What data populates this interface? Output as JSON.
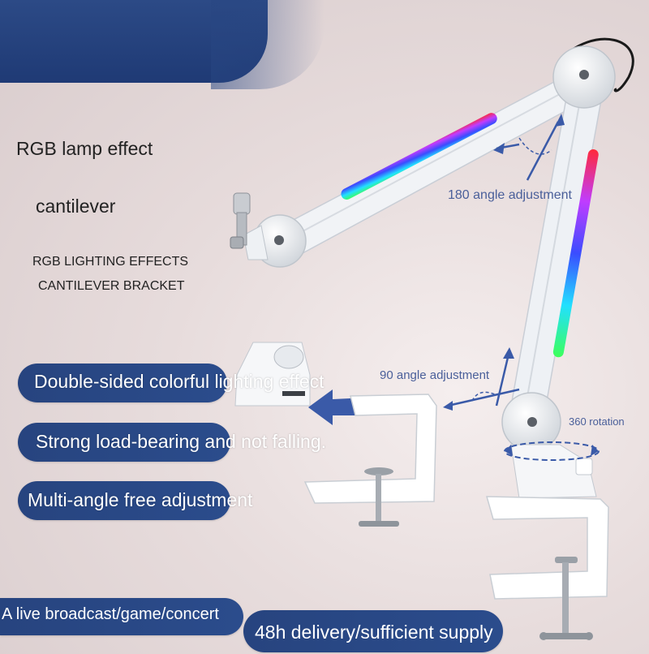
{
  "texts": {
    "rgb_lamp_effect": "RGB lamp effect",
    "cantilever": "cantilever",
    "rgb_lighting_effects": "RGB LIGHTING EFFECTS",
    "cantilever_bracket": "CANTILEVER BRACKET",
    "angle_180": "180 angle adjustment",
    "angle_90": "90 angle adjustment",
    "rotation_360": "360 rotation"
  },
  "banners": {
    "double_sided": "Double-sided colorful lighting effect",
    "load_bearing": "Strong load-bearing and not falling.",
    "multi_angle": "Multi-angle free adjustment",
    "live_broadcast": "A live broadcast/game/concert",
    "delivery": "48h delivery/sufficient supply"
  },
  "colors": {
    "banner_blue": "#2a4886",
    "annotation_blue": "#4a5f9a",
    "arm_white": "#f4f6f8"
  }
}
